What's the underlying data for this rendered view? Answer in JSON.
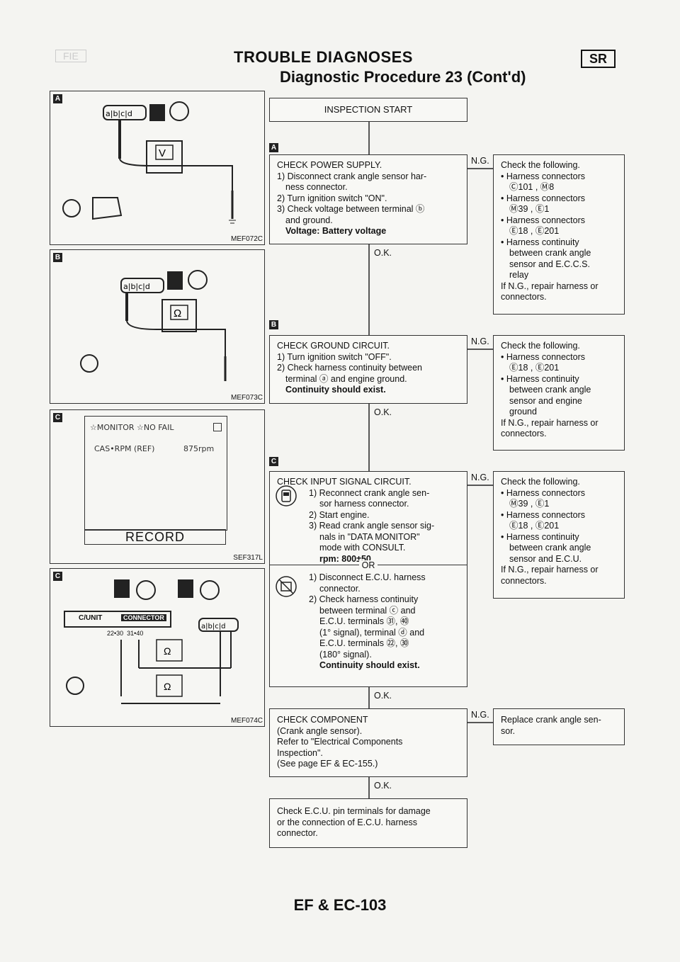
{
  "header": {
    "left_tag": "FIE",
    "title": "TROUBLE DIAGNOSES",
    "section_badge": "SR",
    "subtitle": "Diagnostic Procedure 23 (Cont'd)"
  },
  "figures": [
    {
      "tag": "A",
      "code": "MEF072C",
      "meter": "V"
    },
    {
      "tag": "B",
      "code": "MEF073C",
      "meter": "Ω"
    },
    {
      "tag": "C",
      "code": "SEF317L",
      "monitor_line": "☆MONITOR ☆NO FAIL",
      "reading_label": "CAS•RPM (REF)",
      "reading_value": "875rpm",
      "record": "RECORD"
    },
    {
      "tag": "C",
      "code": "MEF074C",
      "unit_label": "C/UNIT",
      "connector_label": "CONNECTOR",
      "pins": "22•30  31•40",
      "meter1": "Ω",
      "meter2": "Ω"
    }
  ],
  "flow": {
    "start": "INSPECTION START",
    "step_a": {
      "tag": "A",
      "lines": [
        "CHECK POWER SUPPLY.",
        "1) Disconnect crank angle sensor har-",
        "ness connector.",
        "2) Turn ignition switch \"ON\".",
        "3) Check voltage between terminal ⓑ",
        "and ground."
      ],
      "bold": "Voltage: Battery voltage"
    },
    "step_b": {
      "tag": "B",
      "lines": [
        "CHECK GROUND CIRCUIT.",
        "1) Turn ignition switch \"OFF\".",
        "2) Check harness continuity between",
        "terminal ⓐ and engine ground."
      ],
      "bold": "Continuity should exist."
    },
    "step_c": {
      "tag": "C",
      "lines1": [
        "CHECK INPUT SIGNAL CIRCUIT.",
        "1) Reconnect crank angle sen-",
        "sor harness connector.",
        "2) Start engine.",
        "3) Read crank angle sensor sig-",
        "nals in \"DATA MONITOR\"",
        "mode with CONSULT."
      ],
      "bold1": "rpm: 800±50",
      "or": "OR",
      "lines2": [
        "1) Disconnect E.C.U. harness",
        "connector.",
        "2) Check harness continuity",
        "between terminal ⓒ and",
        "E.C.U. terminals ㉛, ㊵",
        "(1° signal), terminal ⓓ and",
        "E.C.U. terminals ㉒, ㉚",
        "(180° signal)."
      ],
      "bold2": "Continuity should exist."
    },
    "step_d": {
      "lines": [
        "CHECK COMPONENT",
        "(Crank angle sensor).",
        "Refer to \"Electrical Components",
        "Inspection\".",
        "(See page EF & EC-155.)"
      ]
    },
    "final": {
      "lines": [
        "Check E.C.U. pin terminals for damage",
        "or the connection of E.C.U. harness",
        "connector."
      ]
    },
    "ok_label": "O.K.",
    "ng_label": "N.G.",
    "ng_a": {
      "lines": [
        "Check the following.",
        "• Harness connectors",
        "Ⓒ101 , Ⓜ8",
        "• Harness connectors",
        "Ⓜ39 , Ⓔ1",
        "• Harness connectors",
        "Ⓔ18 , Ⓔ201",
        "• Harness continuity",
        "between crank angle",
        "sensor and E.C.C.S.",
        "relay",
        "If N.G., repair harness or",
        "connectors."
      ]
    },
    "ng_b": {
      "lines": [
        "Check the following.",
        "• Harness connectors",
        "Ⓔ18 , Ⓔ201",
        "• Harness continuity",
        "between crank angle",
        "sensor and engine",
        "ground",
        "If N.G., repair harness or",
        "connectors."
      ]
    },
    "ng_c": {
      "lines": [
        "Check the following.",
        "• Harness connectors",
        "Ⓜ39 , Ⓔ1",
        "• Harness connectors",
        "Ⓔ18 , Ⓔ201",
        "• Harness continuity",
        "between crank angle",
        "sensor and E.C.U.",
        "If N.G., repair harness or",
        "connectors."
      ]
    },
    "ng_d": {
      "lines": [
        "Replace crank angle sen-",
        "sor."
      ]
    }
  },
  "footer": {
    "page": "EF & EC-103"
  }
}
